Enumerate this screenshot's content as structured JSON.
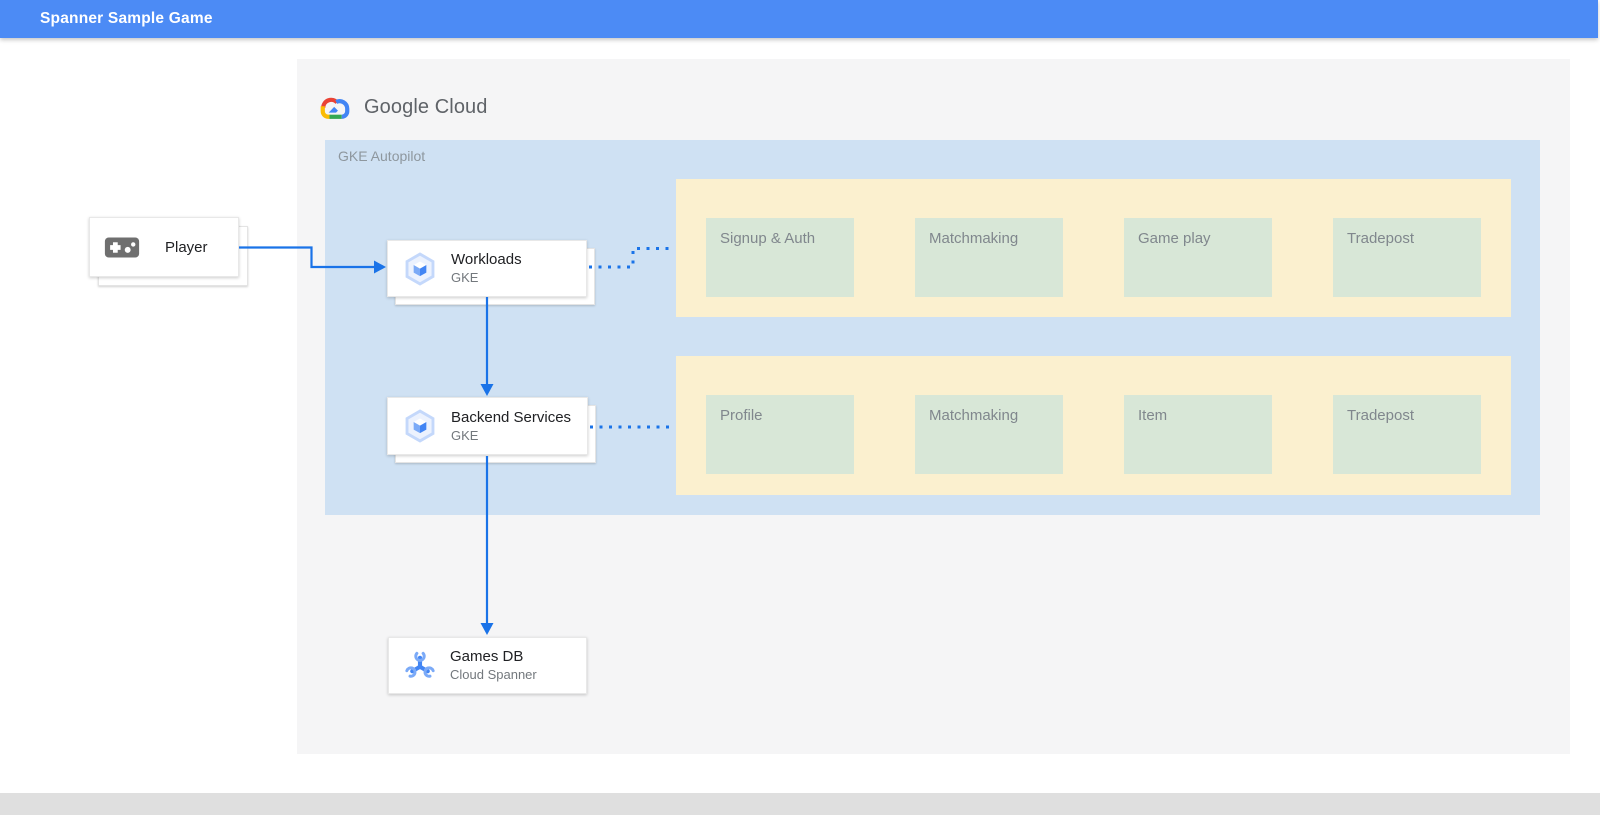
{
  "header": {
    "title": "Spanner Sample Game"
  },
  "logo": {
    "label": "Google Cloud",
    "icon": "google-cloud-logo-icon"
  },
  "diagram": {
    "container": {
      "label": "GKE Autopilot"
    },
    "nodes": {
      "player": {
        "label": "Player",
        "icon": "gamepad-icon"
      },
      "workloads": {
        "title": "Workloads",
        "subtitle": "GKE",
        "icon": "gke-hexagon-icon"
      },
      "backend_services": {
        "title": "Backend Services",
        "subtitle": "GKE",
        "icon": "gke-hexagon-icon"
      },
      "games_db": {
        "title": "Games DB",
        "subtitle": "Cloud Spanner",
        "icon": "cloud-spanner-icon"
      }
    },
    "service_rows": [
      {
        "items": [
          "Signup & Auth",
          "Matchmaking",
          "Game play",
          "Tradepost"
        ]
      },
      {
        "items": [
          "Profile",
          "Matchmaking",
          "Item",
          "Tradepost"
        ]
      }
    ],
    "connections": [
      {
        "from": "player",
        "to": "workloads",
        "style": "solid-arrow"
      },
      {
        "from": "workloads",
        "to": "backend_services",
        "style": "solid-arrow"
      },
      {
        "from": "backend_services",
        "to": "games_db",
        "style": "solid-arrow"
      },
      {
        "from": "workloads",
        "to": "service-row-1",
        "style": "dotted"
      },
      {
        "from": "backend_services",
        "to": "service-row-2",
        "style": "dotted"
      }
    ],
    "colors": {
      "header_bg": "#4c8bf5",
      "arrow_blue": "#1a73e8",
      "gke_container_bg": "#cfe1f3",
      "service_row_bg": "#fbf0cf",
      "service_box_bg": "#d8e7d7",
      "canvas_bg": "#f5f5f6",
      "footer_bg": "#dfdfdf",
      "google_red": "#ea4335",
      "google_yellow": "#fbbc04",
      "google_green": "#34a853",
      "google_blue": "#4285f4"
    }
  }
}
